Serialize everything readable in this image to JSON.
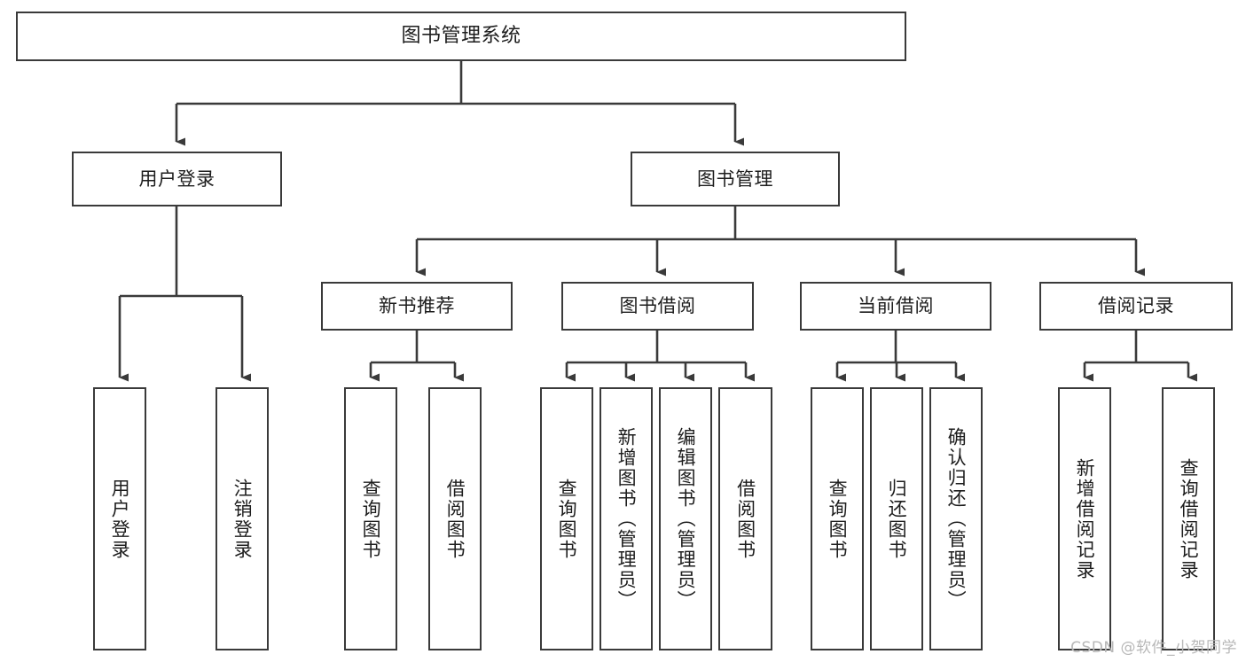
{
  "diagram": {
    "type": "tree",
    "title": "图书管理系统",
    "orientation": "top-down",
    "colors": {
      "stroke": "#3a3a3a",
      "fill": "#ffffff",
      "text": "#1d1d1d",
      "watermark": "#b8b8b8"
    },
    "root": {
      "label": "图书管理系统"
    },
    "level2": [
      {
        "label": "用户登录"
      },
      {
        "label": "图书管理"
      }
    ],
    "level3": [
      {
        "label": "新书推荐"
      },
      {
        "label": "图书借阅"
      },
      {
        "label": "当前借阅"
      },
      {
        "label": "借阅记录"
      }
    ],
    "leaves": {
      "user_login": [
        {
          "label": "用户登录"
        },
        {
          "label": "注销登录"
        }
      ],
      "new_book_recommend": [
        {
          "label": "查询图书"
        },
        {
          "label": "借阅图书"
        }
      ],
      "book_borrow": [
        {
          "label": "查询图书"
        },
        {
          "label": "新增图书（管理员）"
        },
        {
          "label": "编辑图书（管理员）"
        },
        {
          "label": "借阅图书"
        }
      ],
      "current_borrow": [
        {
          "label": "查询图书"
        },
        {
          "label": "归还图书"
        },
        {
          "label": "确认归还（管理员）"
        }
      ],
      "borrow_record": [
        {
          "label": "新增借阅记录"
        },
        {
          "label": "查询借阅记录"
        }
      ]
    }
  },
  "watermark": {
    "text": "CSDN @软件_小贺同学"
  }
}
